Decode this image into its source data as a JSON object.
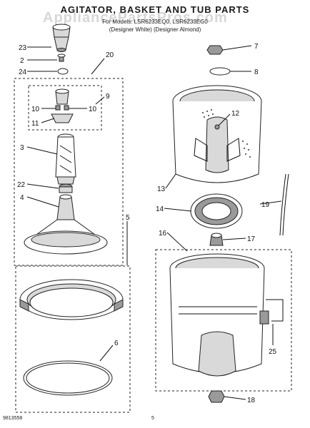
{
  "header": {
    "title": "AGITATOR, BASKET AND TUB PARTS",
    "subtitle_line1": "For Models: LSR6233EQ0, LSR6233EG0",
    "subtitle_line2": "(Designer White)  (Designer Almond)"
  },
  "watermark": "AppliancePartsPros.com",
  "footer": {
    "code": "9813558",
    "page": "5"
  },
  "callouts": [
    "23",
    "2",
    "24",
    "20",
    "9",
    "10",
    "10",
    "11",
    "3",
    "22",
    "4",
    "5",
    "6",
    "7",
    "8",
    "12",
    "13",
    "14",
    "19",
    "16",
    "17",
    "25",
    "18"
  ]
}
